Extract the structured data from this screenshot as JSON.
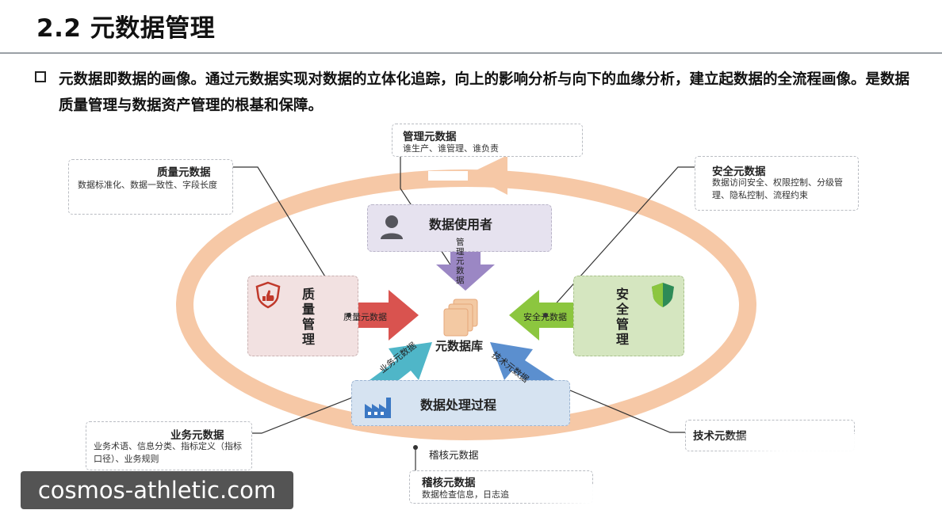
{
  "page": {
    "title": "2.2 元数据管理",
    "intro": "元数据即数据的画像。通过元数据实现对数据的立体化追踪，向上的影响分析与向下的血缘分析，建立起数据的全流程画像。是数据质量管理与数据资产管理的根基和保障。"
  },
  "center": {
    "label": "元数据库"
  },
  "boxes": {
    "user": {
      "label": "数据使用者"
    },
    "quality": {
      "label": "质量管理"
    },
    "security": {
      "label": "安全管理"
    },
    "process": {
      "label": "数据处理过程"
    }
  },
  "arrows": {
    "top": "管理元数据",
    "left": "质量元数据",
    "right": "安全元数据",
    "bottom_left": "业务元数据",
    "bottom_right": "技术元数据",
    "ring": "稽核元数据"
  },
  "cards": {
    "management": {
      "title": "管理元数据",
      "desc": "谁生产、谁管理、谁负责"
    },
    "quality": {
      "title": "质量元数据",
      "desc": "数据标准化、数据一致性、字段长度"
    },
    "security": {
      "title": "安全元数据",
      "desc": "数据访问安全、权限控制、分级管理、隐私控制、流程约束"
    },
    "business": {
      "title": "业务元数据",
      "desc": "业务术语、信息分类、指标定义（指标口径）、业务规则"
    },
    "technical": {
      "title": "技术元数据"
    },
    "audit": {
      "title": "稽核元数据",
      "desc": "数据检查信息，日志追"
    }
  },
  "colors": {
    "ring": "#f6c8a6",
    "user_box": "#e6e2ef",
    "quality_box": "#f2e1e1",
    "security_box": "#d5e6c0",
    "process_box": "#d6e3f1",
    "arrow_purple": "#9b87c4",
    "arrow_red": "#d9534f",
    "arrow_green": "#8cc63f",
    "arrow_teal": "#4fb6c8",
    "arrow_blue": "#5b8fcf"
  },
  "watermark": "cosmos-athletic.com"
}
